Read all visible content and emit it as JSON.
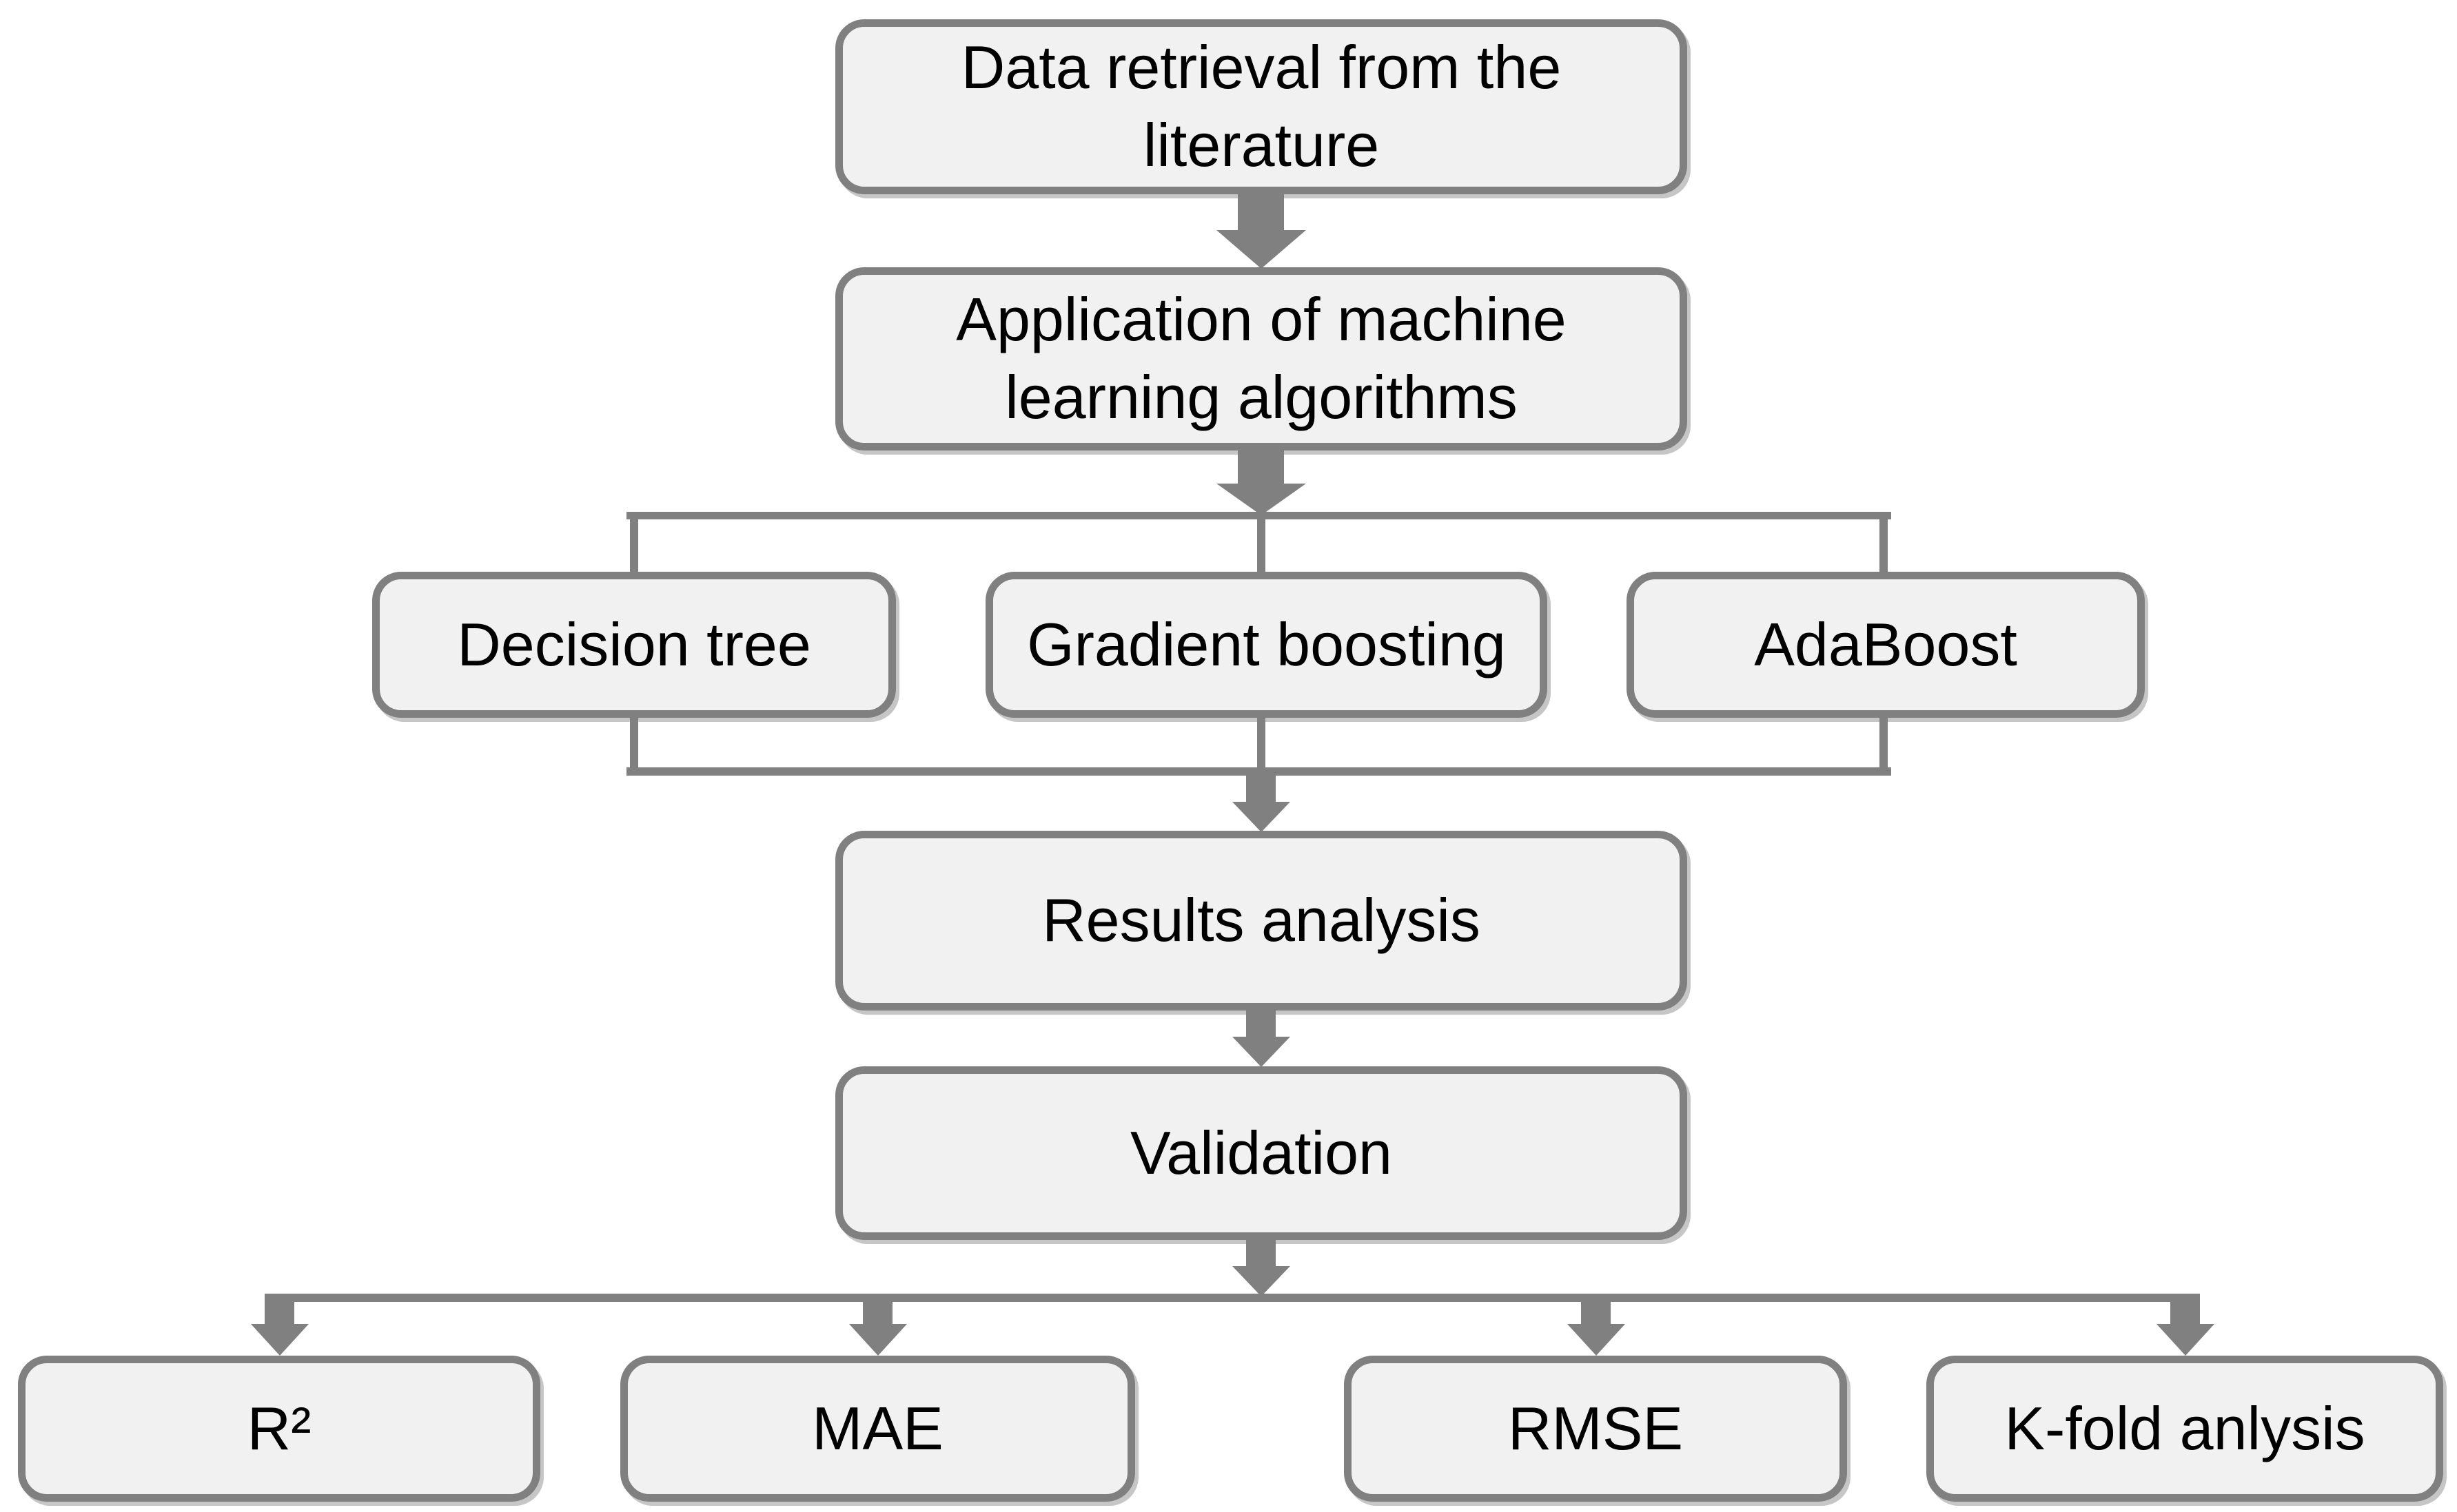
{
  "diagram": {
    "type": "flowchart",
    "colors": {
      "background": "#ffffff",
      "box_fill": "#f1f1f1",
      "box_border": "#808080",
      "connector": "#808080",
      "text": "#000000"
    },
    "nodes": {
      "data_retrieval": {
        "label": "Data retrieval from the literature"
      },
      "ml_algorithms": {
        "label": "Application of machine learning algorithms"
      },
      "decision_tree": {
        "label": "Decision tree"
      },
      "gradient_boosting": {
        "label": "Gradient boosting"
      },
      "adaboost": {
        "label": "AdaBoost"
      },
      "results_analysis": {
        "label": "Results analysis"
      },
      "validation": {
        "label": "Validation"
      },
      "r_squared": {
        "label": "R²"
      },
      "mae": {
        "label": "MAE"
      },
      "rmse": {
        "label": "RMSE"
      },
      "k_fold": {
        "label": "K-fold anlysis"
      }
    },
    "edges": [
      {
        "from": "data_retrieval",
        "to": "ml_algorithms"
      },
      {
        "from": "ml_algorithms",
        "to": "decision_tree"
      },
      {
        "from": "ml_algorithms",
        "to": "gradient_boosting"
      },
      {
        "from": "ml_algorithms",
        "to": "adaboost"
      },
      {
        "from": "decision_tree",
        "to": "results_analysis"
      },
      {
        "from": "gradient_boosting",
        "to": "results_analysis"
      },
      {
        "from": "adaboost",
        "to": "results_analysis"
      },
      {
        "from": "results_analysis",
        "to": "validation"
      },
      {
        "from": "validation",
        "to": "r_squared"
      },
      {
        "from": "validation",
        "to": "mae"
      },
      {
        "from": "validation",
        "to": "rmse"
      },
      {
        "from": "validation",
        "to": "k_fold"
      }
    ]
  }
}
